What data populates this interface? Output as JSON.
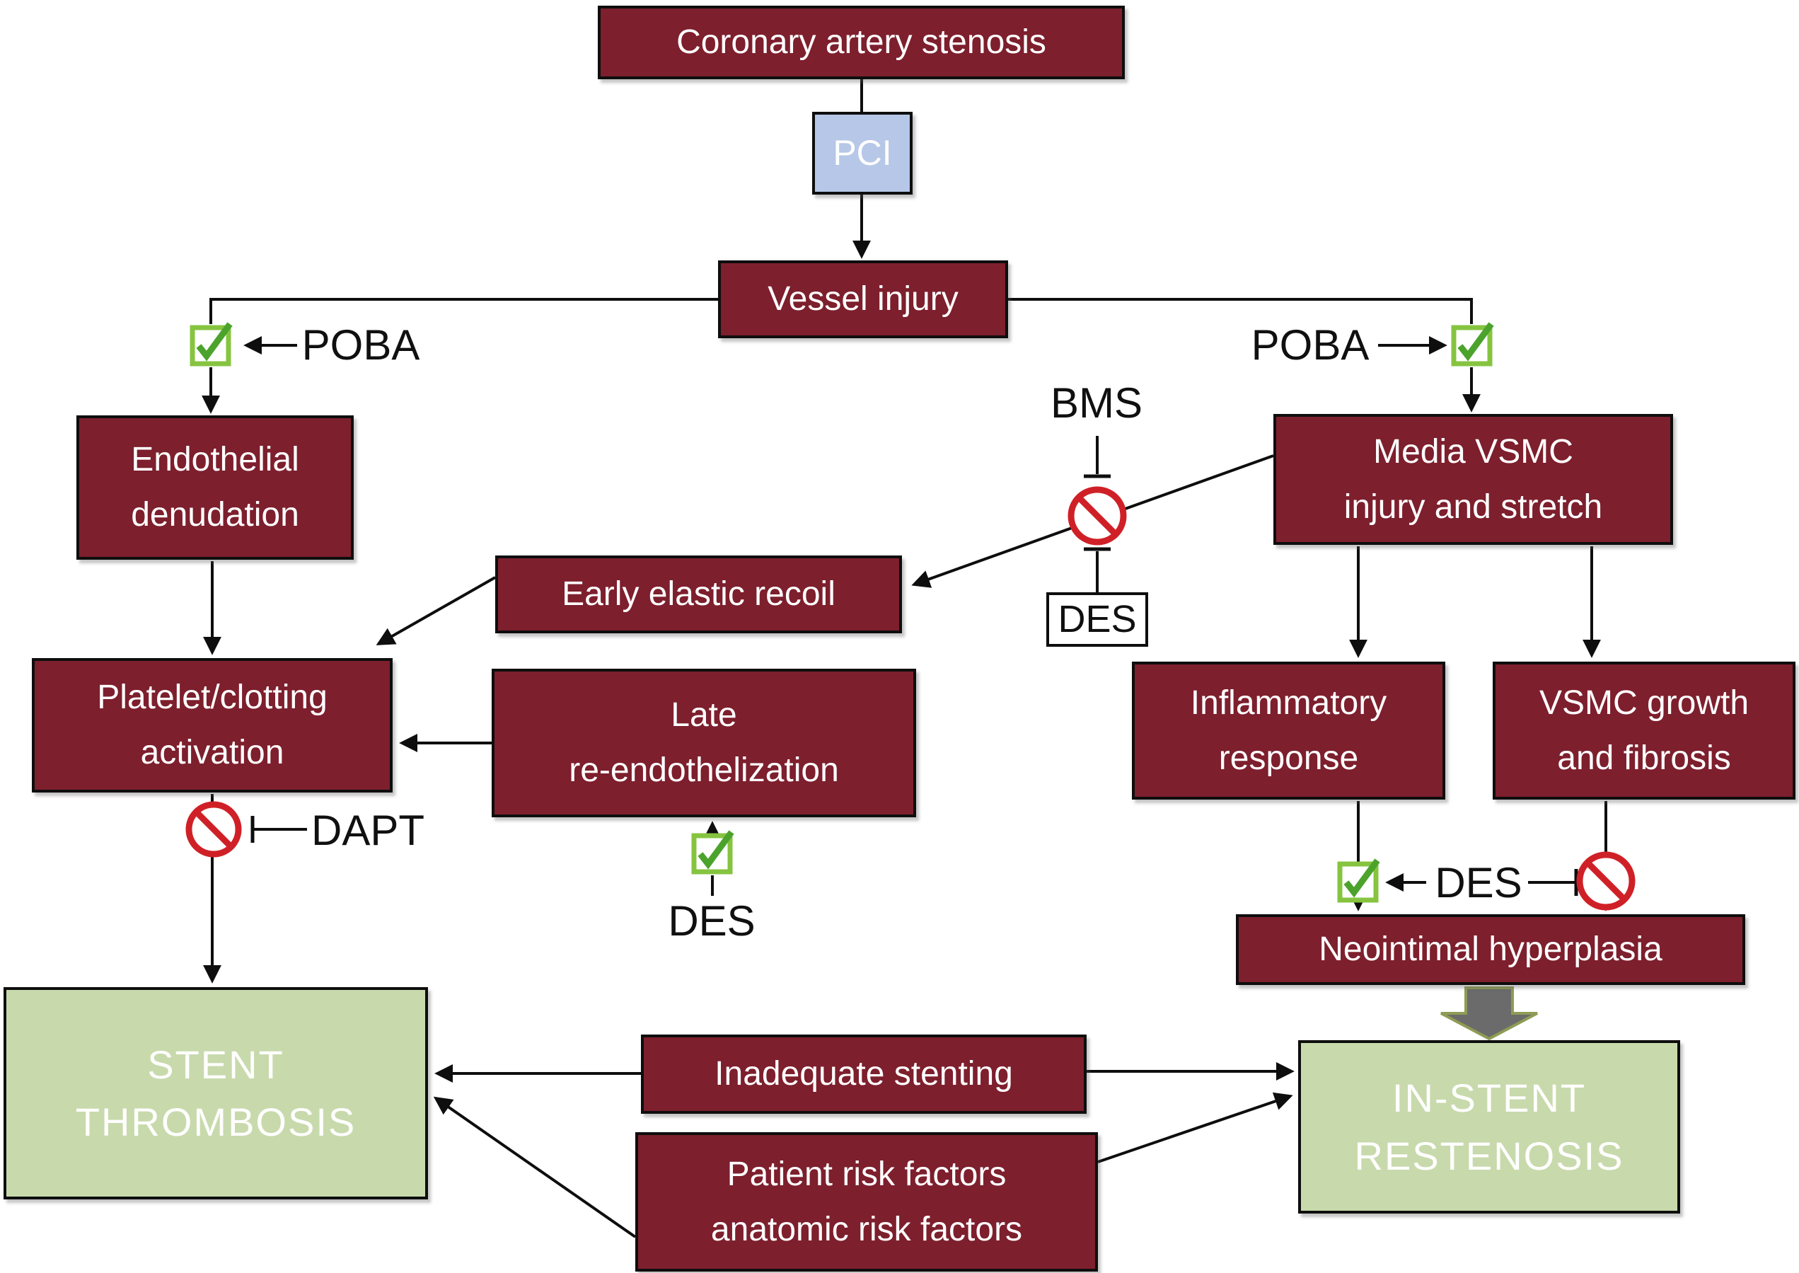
{
  "nodes": {
    "coronary": {
      "label": "Coronary artery stenosis"
    },
    "pci": {
      "label": "PCI"
    },
    "vessel": {
      "label": "Vessel injury"
    },
    "endothelial": {
      "label": "Endothelial\ndenudation"
    },
    "media": {
      "label": "Media VSMC\ninjury and stretch"
    },
    "recoil": {
      "label": "Early elastic recoil"
    },
    "platelet": {
      "label": "Platelet/clotting\nactivation"
    },
    "late": {
      "label": "Late\nre-endothelization"
    },
    "inflammatory": {
      "label": "Inflammatory\nresponse"
    },
    "vsmc_growth": {
      "label": "VSMC growth\nand fibrosis"
    },
    "neointimal": {
      "label": "Neointimal hyperplasia"
    },
    "inadequate": {
      "label": "Inadequate stenting"
    },
    "patient_risk": {
      "label": "Patient risk factors\nanatomic risk factors"
    },
    "stent_thrombosis": {
      "label": "STENT\nTHROMBOSIS"
    },
    "in_stent_restenosis": {
      "label": "IN-STENT\nRESTENOSIS"
    }
  },
  "labels": {
    "poba_left": "POBA",
    "poba_right": "POBA",
    "bms": "BMS",
    "des_mid": "DES",
    "des_bottom": "DES",
    "des_right": "DES",
    "dapt": "DAPT"
  },
  "colors": {
    "process_box": "#7d1f2d",
    "outcome_box": "#c8daac",
    "pci_box": "#b6c7e7",
    "line": "#0e0e0e",
    "prohibition": "#d02027",
    "checkbox_border": "#86c440",
    "checkbox_mark": "#4ca32c",
    "big_arrow_fill": "#6b6b6b",
    "big_arrow_border": "#8e9c55"
  }
}
